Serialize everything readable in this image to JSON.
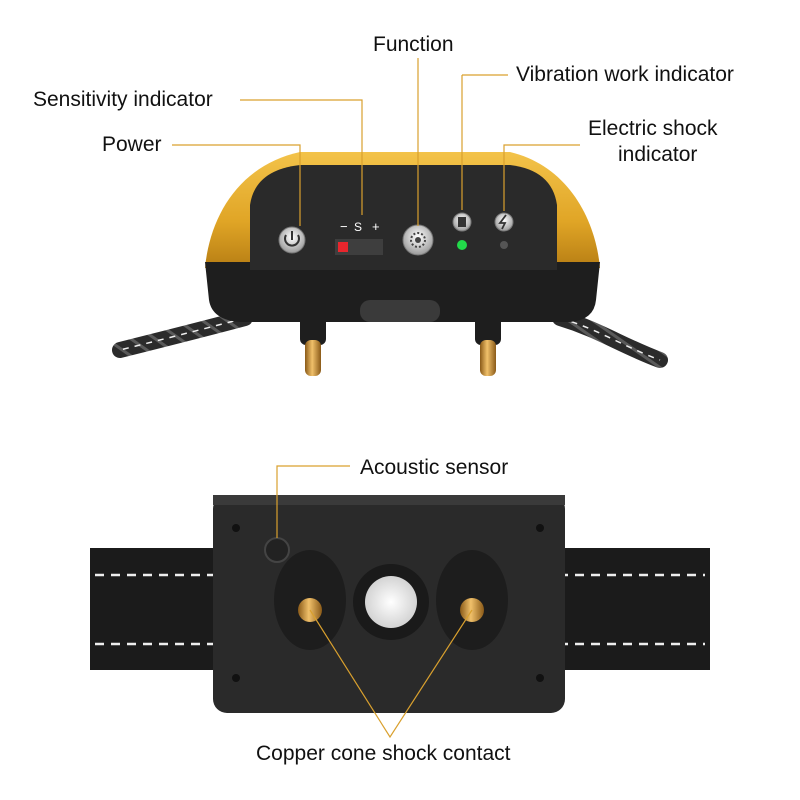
{
  "labels": {
    "function": "Function",
    "sensitivity": "Sensitivity indicator",
    "vibration": "Vibration work indicator",
    "power": "Power",
    "shock_line1": "Electric shock",
    "shock_line2": "indicator",
    "acoustic": "Acoustic sensor",
    "copper": "Copper cone shock contact"
  },
  "panel": {
    "minus": "−",
    "s": "S",
    "plus": "+"
  },
  "colors": {
    "gold": "#e0a526",
    "leader": "#d9a02e",
    "body_dark": "#1e1e1e",
    "panel": "#2a2a2a",
    "led_green": "#22d94a",
    "led_red": "#e8262d",
    "copper": "#c98a2c"
  },
  "icons": [
    "power-icon",
    "function-icon",
    "vibration-icon",
    "electric-shock-icon"
  ]
}
